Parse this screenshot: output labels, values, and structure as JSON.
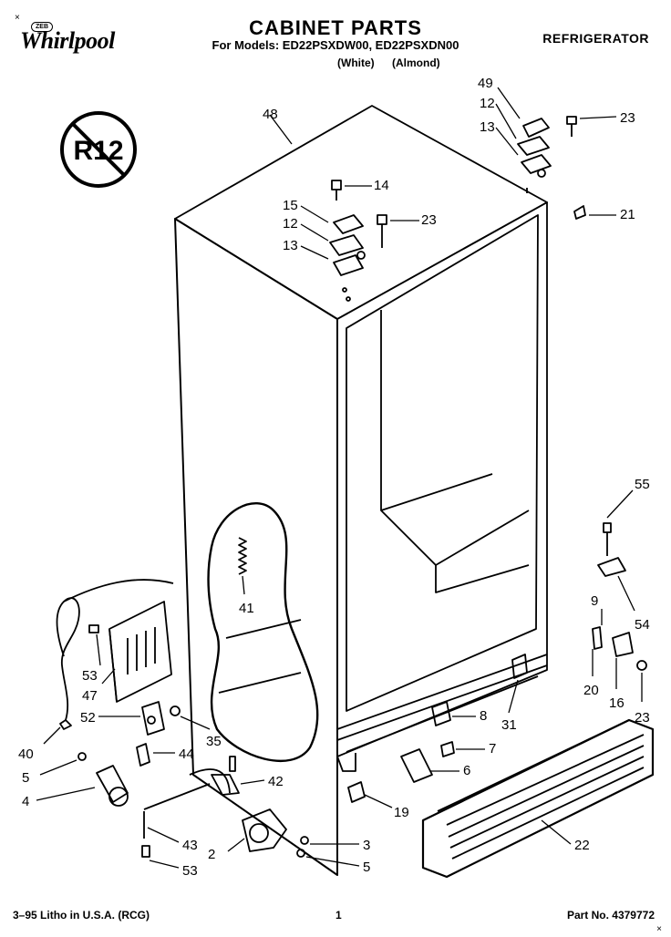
{
  "header": {
    "brand": "Whirlpool",
    "brand_tag": "ZEB",
    "title": "CABINET PARTS",
    "models_line": "For Models: ED22PSXDW00, ED22PSXDN00",
    "variant_white": "(White)",
    "variant_almond": "(Almond)",
    "category": "REFRIGERATOR",
    "corner_mark": "×"
  },
  "badge": {
    "text": "R12",
    "icon": "no-r12-icon"
  },
  "callouts": [
    "48",
    "49",
    "12",
    "13",
    "23",
    "14",
    "15",
    "12",
    "23",
    "13",
    "21",
    "55",
    "9",
    "54",
    "20",
    "16",
    "23",
    "41",
    "53",
    "47",
    "52",
    "35",
    "40",
    "44",
    "5",
    "4",
    "42",
    "8",
    "31",
    "7",
    "6",
    "19",
    "22",
    "43",
    "53",
    "2",
    "3",
    "5"
  ],
  "footer": {
    "left": "3–95 Litho in U.S.A. (RCG)",
    "page_number": "1",
    "part_number": "Part No. 4379772",
    "footnote_mark": "×"
  }
}
